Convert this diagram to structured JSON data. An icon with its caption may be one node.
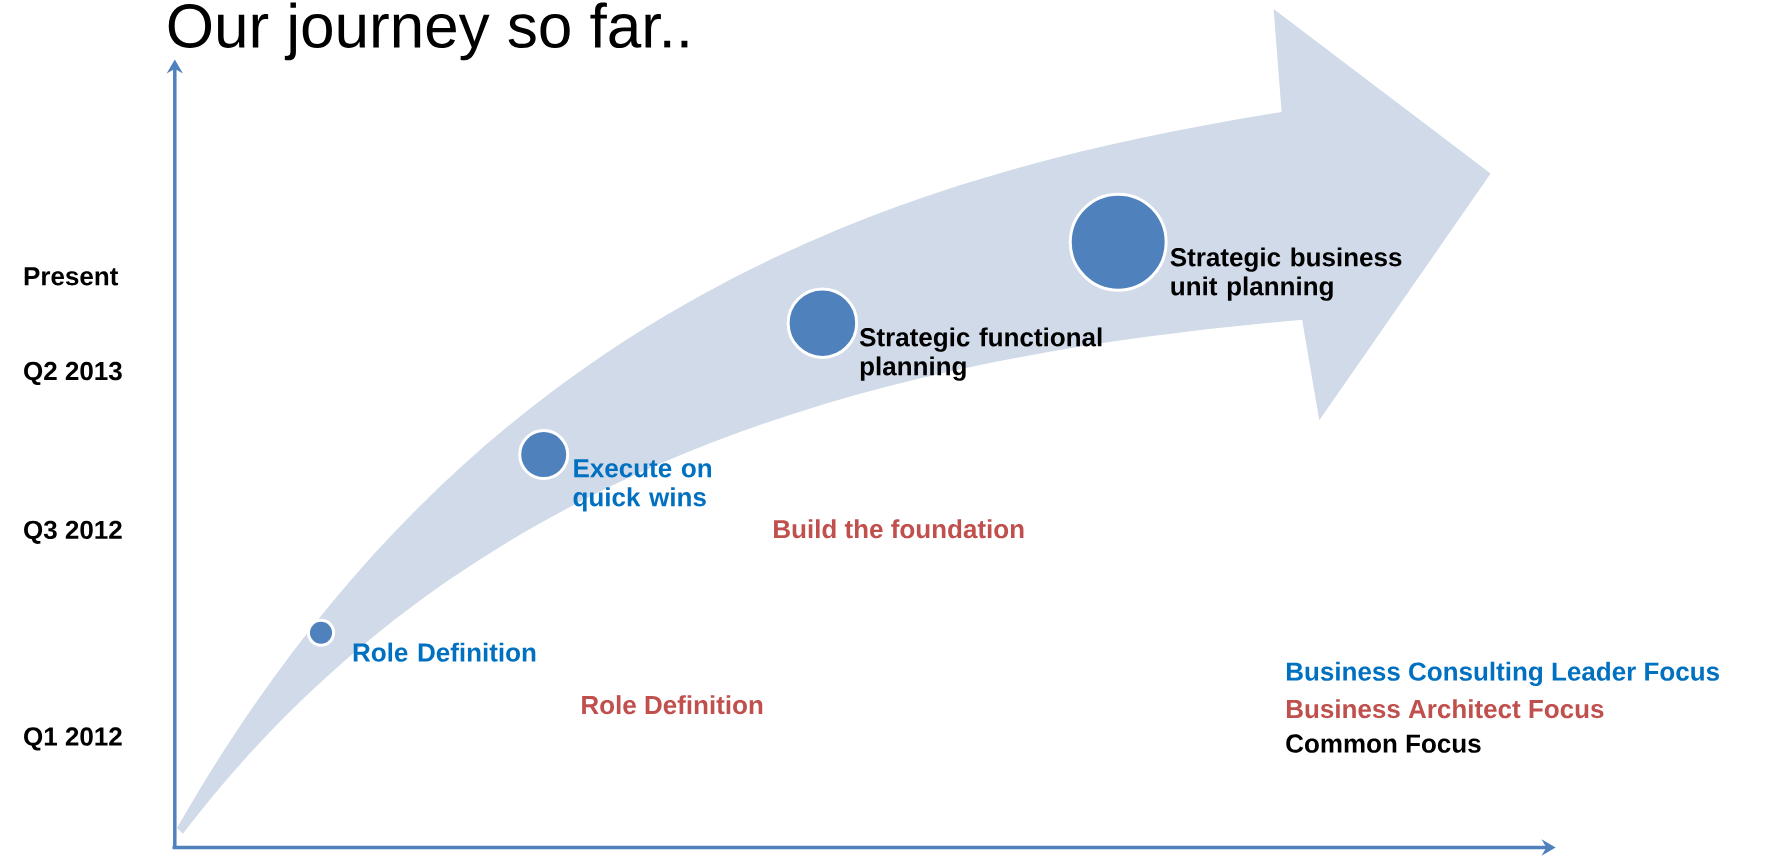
{
  "diagram": {
    "title": "Our journey so far..",
    "nodes": [
      {
        "text": [],
        "shape": "circle",
        "beside": [
          "Role Definition"
        ]
      },
      {
        "text": [],
        "shape": "circle",
        "beside": [
          "Execute on quick wins"
        ]
      },
      {
        "text": [],
        "shape": "circle",
        "beside": [
          "Strategic functional planning"
        ]
      },
      {
        "text": [],
        "shape": "circle",
        "beside": [
          "Strategic business unit planning"
        ]
      }
    ],
    "labels": [
      "Present",
      "Q2 2013",
      "Q3 2012",
      "Q1 2012",
      "Build the foundation",
      "Role Definition"
    ],
    "legend": [
      {
        "text": "Business Consulting Leader Focus",
        "color": "#0070c0"
      },
      {
        "text": "Business Architect Focus",
        "color": "#c0504d"
      },
      {
        "text": "Common Focus",
        "color": "#000000"
      }
    ]
  }
}
